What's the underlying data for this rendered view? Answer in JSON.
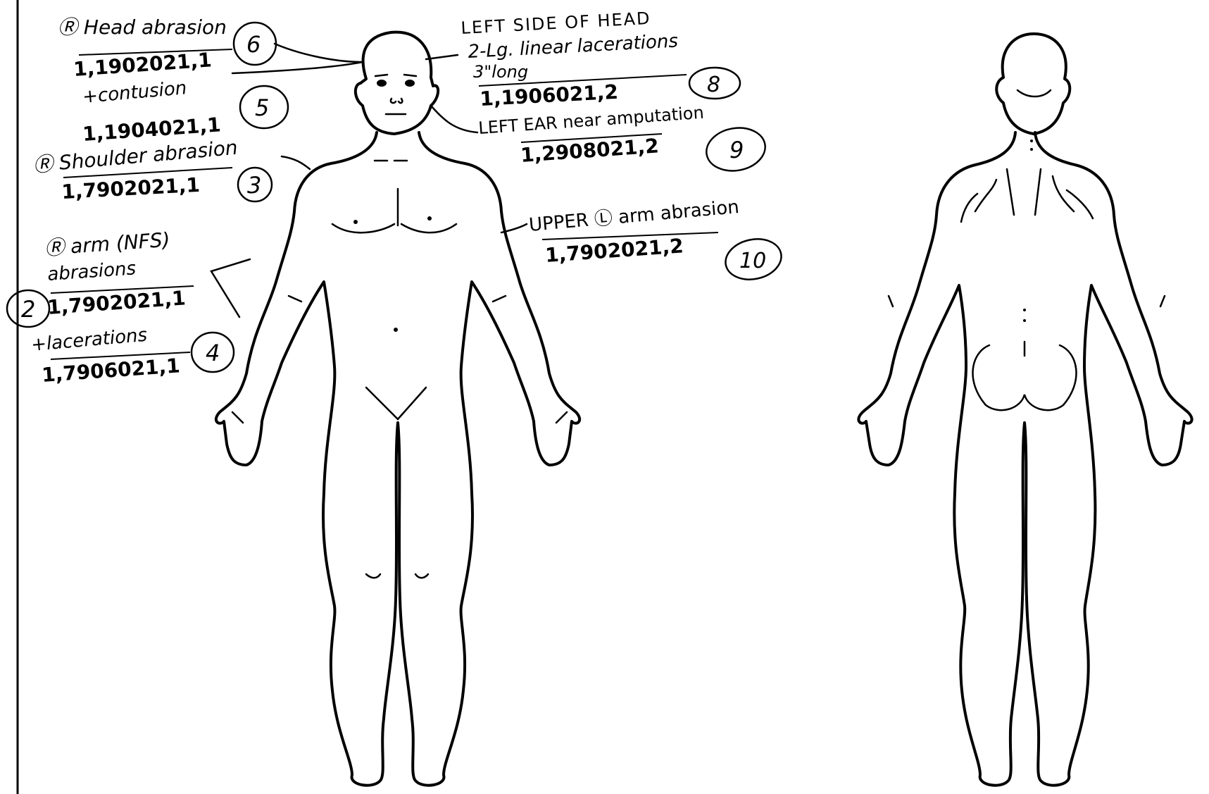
{
  "annotations": {
    "r_head": {
      "title": "Ⓡ Head abrasion",
      "code": "1,1902021,1",
      "extra": "+contusion",
      "extra_code": "1,1904021,1",
      "num": "6",
      "extra_num": "5"
    },
    "r_shoulder": {
      "title": "Ⓡ Shoulder abrasion",
      "code": "1,7902021,1",
      "num": "3"
    },
    "r_arm": {
      "title": "Ⓡ arm (NFS)",
      "line2": "abrasions",
      "code": "1,7902021,1",
      "num": "2",
      "extra": "+lacerations",
      "extra_code": "1,7906021,1",
      "extra_num": "4"
    },
    "left_head": {
      "title": "LEFT SIDE OF HEAD",
      "line2": "2-Lg. linear lacerations",
      "line3": "3\"long",
      "code": "1,1906021,2",
      "num": "8"
    },
    "left_ear": {
      "title": "LEFT EAR near amputation",
      "code": "1,2908021,2",
      "num": "9"
    },
    "upper_l_arm": {
      "title": "UPPER Ⓛ arm abrasion",
      "code": "1,7902021,2",
      "num": "10"
    }
  }
}
